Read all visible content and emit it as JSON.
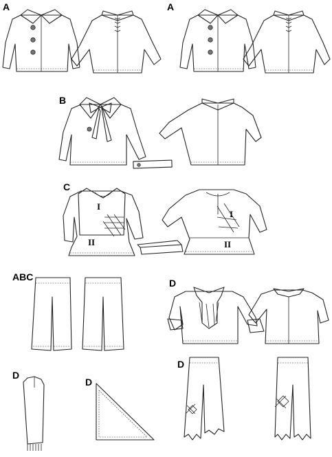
{
  "colors": {
    "fabric_gray": "#a9aaac",
    "fabric_white": "#ffffff",
    "line": "#222222"
  },
  "labels": {
    "view_a_1": "A",
    "view_a_2": "A",
    "view_b": "B",
    "view_c": "C",
    "view_abc": "ABC",
    "view_d_top": "D",
    "view_d_pants": "D",
    "view_d_scarf": "D",
    "view_d_triangle": "D",
    "panel_c_front_upper": "I",
    "panel_c_front_lower": "II",
    "panel_c_back_upper": "I",
    "panel_c_back_lower": "II"
  }
}
